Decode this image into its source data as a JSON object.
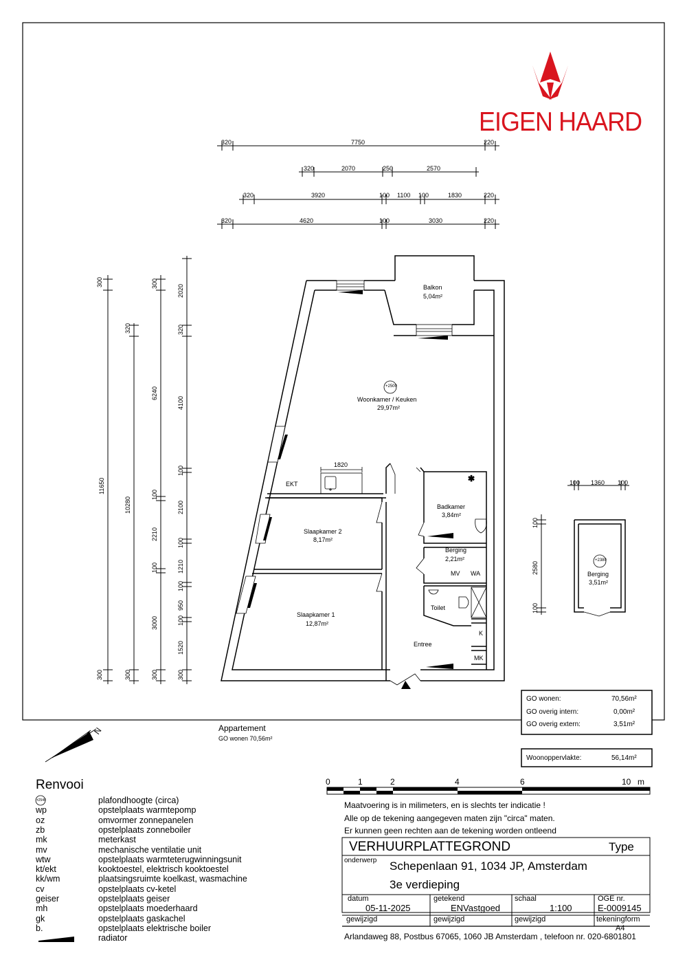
{
  "logo": {
    "brand": "EIGEN HAARD",
    "color": "#d9151f"
  },
  "dims_top": [
    [
      "320",
      "7750",
      "220"
    ],
    [
      "320",
      "2070",
      "250",
      "2570"
    ],
    [
      "320",
      "3920",
      "100",
      "1100",
      "100",
      "1830",
      "220"
    ],
    [
      "320",
      "4620",
      "100",
      "3030",
      "220"
    ]
  ],
  "dims_left": {
    "col1": [
      "300",
      "11650",
      "300"
    ],
    "col2": [
      "320",
      "10280",
      "300"
    ],
    "col3": [
      "300",
      "6240",
      "100",
      "2210",
      "100",
      "3000",
      "300"
    ],
    "col4": [
      "2020",
      "320",
      "4100",
      "100",
      "2100",
      "100",
      "1210",
      "100",
      "950",
      "100",
      "1520",
      "300"
    ]
  },
  "kitchen_dim": "1820",
  "rooms": {
    "balkon": {
      "name": "Balkon",
      "area": "5,04m²"
    },
    "woonkamer": {
      "name": "Woonkamer / Keuken",
      "area": "29,97m²",
      "ceiling": "+2500"
    },
    "badkamer": {
      "name": "Badkamer",
      "area": "3,84m²"
    },
    "berging_int": {
      "name": "Berging",
      "area": "2,21m²",
      "mv": "MV",
      "wa": "WA"
    },
    "slaapkamer2": {
      "name": "Slaapkamer 2",
      "area": "8,17m²"
    },
    "slaapkamer1": {
      "name": "Slaapkamer 1",
      "area": "12,87m²"
    },
    "toilet": {
      "name": "Toilet"
    },
    "entree": {
      "name": "Entree"
    },
    "k": "K",
    "mk": "MK",
    "ekt": "EKT"
  },
  "berging_ext": {
    "name": "Berging",
    "area": "3,51m²",
    "ceiling": "+2380",
    "dims_top": [
      "100",
      "1360",
      "100"
    ],
    "dims_side": [
      "100",
      "2580",
      "100"
    ]
  },
  "appartement": {
    "title": "Appartement",
    "subtitle": "GO wonen 70,56m²"
  },
  "north": "N",
  "areas": [
    {
      "label": "GO wonen:",
      "value": "70,56m²"
    },
    {
      "label": "GO overig intern:",
      "value": "0,00m²"
    },
    {
      "label": "GO overig extern:",
      "value": "3,51m²"
    }
  ],
  "woonoppervlakte": {
    "label": "Woonoppervlakte:",
    "value": "56,14m²"
  },
  "renvooi": {
    "title": "Renvooi",
    "ceiling_symbol": "±2540",
    "items": [
      {
        "abbr": "",
        "desc": "plafondhoogte (circa)"
      },
      {
        "abbr": "wp",
        "desc": "opstelplaats warmtepomp"
      },
      {
        "abbr": "oz",
        "desc": "omvormer zonnepanelen"
      },
      {
        "abbr": "zb",
        "desc": "opstelplaats zonneboiler"
      },
      {
        "abbr": "mk",
        "desc": "meterkast"
      },
      {
        "abbr": "mv",
        "desc": "mechanische ventilatie unit"
      },
      {
        "abbr": "wtw",
        "desc": "opstelplaats warmteterugwinningsunit"
      },
      {
        "abbr": "kt/ekt",
        "desc": "kooktoestel, elektrisch kooktoestel"
      },
      {
        "abbr": "kk/wm",
        "desc": "plaatsingsruimte koelkast, wasmachine"
      },
      {
        "abbr": "cv",
        "desc": "opstelplaats cv-ketel"
      },
      {
        "abbr": "geiser",
        "desc": "opstelplaats geiser"
      },
      {
        "abbr": "mh",
        "desc": "opstelplaats moederhaard"
      },
      {
        "abbr": "gk",
        "desc": "opstelplaats gaskachel"
      },
      {
        "abbr": "b.",
        "desc": "opstelplaats elektrische boiler"
      },
      {
        "abbr": "",
        "desc": "radiator"
      }
    ]
  },
  "scale_bar": {
    "ticks": [
      "0",
      "1",
      "2",
      "4",
      "6",
      "10"
    ],
    "unit": "m"
  },
  "notes": [
    "Maatvoering is in milimeters, en is slechts ter indicatie !",
    "Alle op de tekening aangegeven maten zijn \"circa\" maten.",
    "Er kunnen geen rechten aan de tekening worden ontleend"
  ],
  "title_block": {
    "title": "VERHUURPLATTEGROND",
    "type_label": "Type",
    "onderwerp_label": "onderwerp",
    "address": "Schepenlaan 91, 1034 JP, Amsterdam",
    "floor": "3e verdieping",
    "datum_label": "datum",
    "datum": "05-11-2025",
    "getekend_label": "getekend",
    "getekend": "ENVastgoed",
    "schaal_label": "schaal",
    "schaal": "1:100",
    "oge_label": "OGE nr.",
    "oge": "E-0009145",
    "gewijzigd1": "gewijzigd",
    "gewijzigd2": "gewijzigd",
    "gewijzigd3": "gewijzigd",
    "tekeningform_label": "tekeningform",
    "tekeningform": "A4",
    "footer": "Arlandaweg 88, Postbus 67065, 1060 JB Amsterdam , telefoon nr. 020-6801801"
  }
}
